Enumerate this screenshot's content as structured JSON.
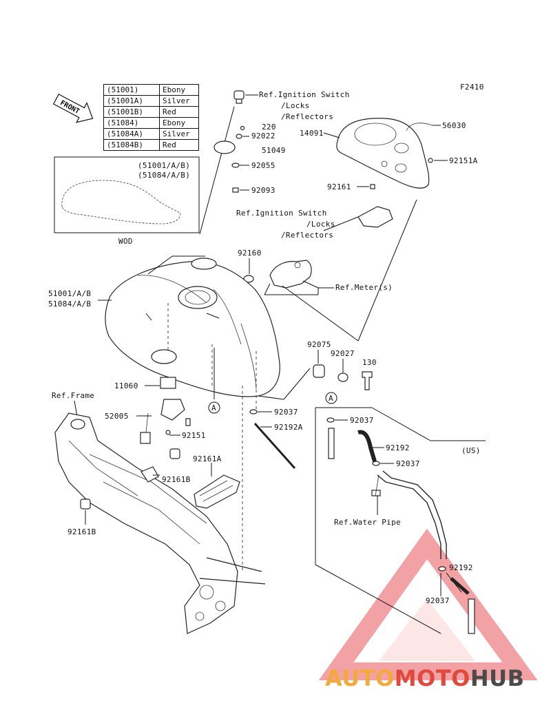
{
  "figure_code": "F2410",
  "color_table": {
    "rows": [
      {
        "code": "(51001)",
        "color": "Ebony"
      },
      {
        "code": "(51001A)",
        "color": "Silver"
      },
      {
        "code": "(51001B)",
        "color": "Red"
      },
      {
        "code": "(51084)",
        "color": "Ebony"
      },
      {
        "code": "(51084A)",
        "color": "Silver"
      },
      {
        "code": "(51084B)",
        "color": "Red"
      }
    ]
  },
  "front_arrow": "FRONT",
  "inset": {
    "line1": "(51001/A/B)",
    "line2": "(51084/A/B)",
    "caption": "WOD"
  },
  "labels": {
    "ref_ignition_1": "Ref.Ignition Switch",
    "locks_1": "/Locks",
    "reflectors_1": "/Reflectors",
    "p220": "220",
    "p92022": "92022",
    "p51049": "51049",
    "p92055": "92055",
    "p92093": "92093",
    "p14091": "14091",
    "p56030": "56030",
    "p92151A": "92151A",
    "p92161": "92161",
    "ref_ignition_2": "Ref.Ignition Switch",
    "locks_2": "/Locks",
    "reflectors_2": "/Reflectors",
    "p92160": "92160",
    "ref_meter": "Ref.Meter(s)",
    "tank_1": "51001/A/B",
    "tank_2": "51084/A/B",
    "p92075": "92075",
    "p92027": "92027",
    "p130": "130",
    "p11060": "11060",
    "ref_frame": "Ref.Frame",
    "p52005": "52005",
    "p92151": "92151",
    "p92037_a": "92037",
    "p92192A": "92192A",
    "marker_a1": "A",
    "marker_a2": "A",
    "p92037_b": "92037",
    "p92192_a": "92192",
    "us": "(US)",
    "p92037_c": "92037",
    "p92161A": "92161A",
    "p92161B_a": "92161B",
    "p92161B_b": "92161B",
    "ref_water_pipe": "Ref.Water Pipe",
    "p92192_b": "92192",
    "p92037_d": "92037"
  },
  "watermark": {
    "part1": "AUTO",
    "part2": "MOTO",
    "part3": "HUB",
    "color1": "#f3a93b",
    "color2": "#e04a3c",
    "color3": "#4a4a4a"
  }
}
